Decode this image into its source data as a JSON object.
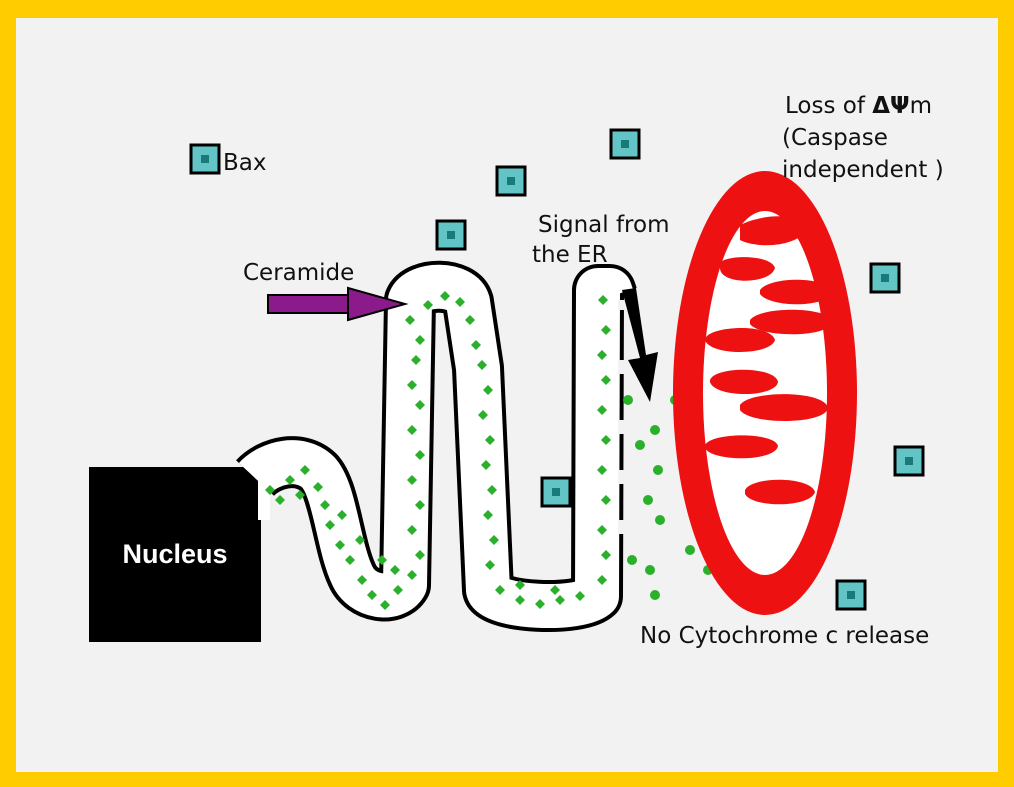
{
  "labels": {
    "bax": "Bax",
    "ceramide": "Ceramide",
    "signal_line1": "Signal from",
    "signal_line2": "the ER",
    "loss_prefix": "Loss of ",
    "loss_symbol": "ΔΨ",
    "loss_suffix": "m",
    "caspase_line1": "(Caspase",
    "caspase_line2": "independent )",
    "nucleus": "Nucleus",
    "cyto": "No Cytochrome c release"
  },
  "colors": {
    "border": "#ffcc00",
    "background": "#f2f2f2",
    "nucleus": "#000000",
    "er_stroke": "#000000",
    "er_fill": "#ffffff",
    "dots": "#2bb02b",
    "ceramide_arrow": "#8b1a8b",
    "mitochondrion": "#ee1111",
    "bax_fill": "#62c4c4",
    "bax_center": "#1a7a7a"
  },
  "icons": {
    "bax_marker": "bax-square-icon",
    "ceramide_arrow": "purple-arrow-icon",
    "signal_arrow": "black-arrow-icon",
    "green_dot": "cytochrome-c-dot-icon"
  }
}
